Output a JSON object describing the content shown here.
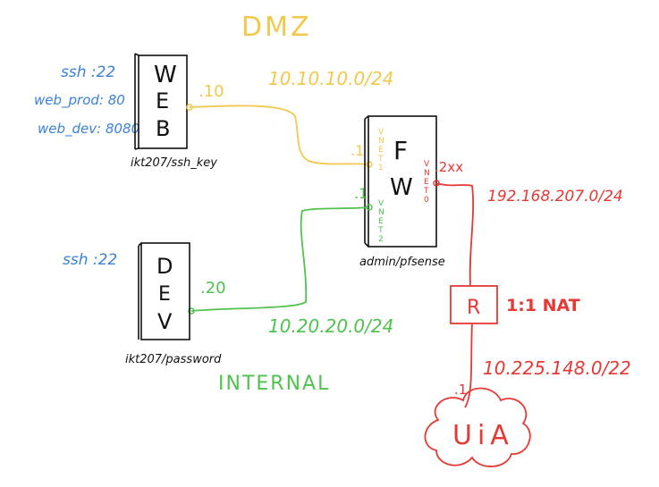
{
  "zones": {
    "dmz": "DMZ",
    "internal": "INTERNAL"
  },
  "networks": {
    "dmz_subnet": "10.10.10.0/24",
    "internal_subnet": "10.20.20.0/24",
    "fw_wan_subnet": "192.168.207.0/24",
    "uplink_subnet": "10.225.148.0/22"
  },
  "web_server": {
    "letters": [
      "W",
      "E",
      "B"
    ],
    "ip_suffix": ".10",
    "credentials": "ikt207/ssh_key",
    "ports": [
      "ssh :22",
      "web_prod: 80",
      "web_dev: 8080"
    ]
  },
  "dev_server": {
    "letters": [
      "D",
      "E",
      "V"
    ],
    "ip_suffix": ".20",
    "credentials": "ikt207/password",
    "ports": [
      "ssh :22"
    ]
  },
  "firewall": {
    "letters": [
      "F",
      "W"
    ],
    "credentials": "admin/pfsense",
    "dmz_if": ".1",
    "internal_if": ".1",
    "wan_if": ".2xx",
    "vnet_labels": {
      "vnet1": [
        "V",
        "N",
        "E",
        "T",
        "1"
      ],
      "vnet2": [
        "V",
        "N",
        "E",
        "T",
        "2"
      ],
      "vnet0": [
        "V",
        "N",
        "E",
        "T",
        "0"
      ]
    }
  },
  "router": {
    "letter": "R",
    "nat_label": "1:1 NAT"
  },
  "cloud": {
    "label": "UiA",
    "ip_suffix": ".1"
  },
  "colors": {
    "dmz": "#f2c94c",
    "internal": "#4fc24f",
    "wan": "#e53935",
    "ports": "#3b82d6",
    "ink": "#111111"
  }
}
